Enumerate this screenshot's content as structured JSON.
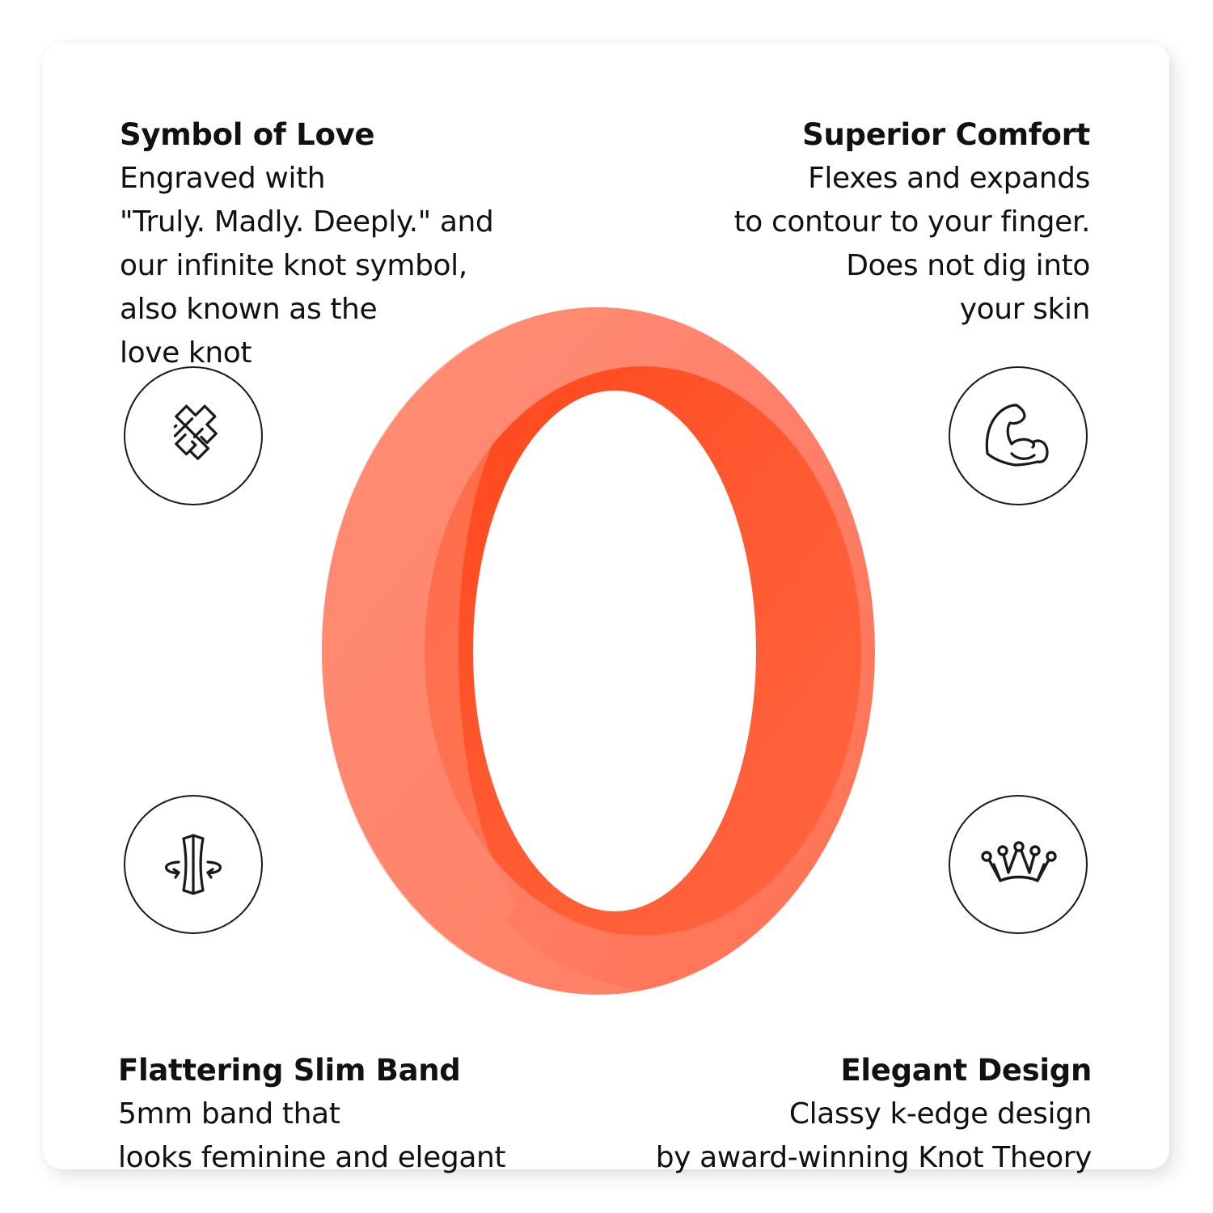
{
  "features": {
    "top_left": {
      "title": "Symbol of Love",
      "lines": [
        "Engraved with",
        "\"Truly. Madly. Deeply.\" and",
        "our infinite knot symbol,",
        "also known as the",
        "love knot"
      ],
      "icon": "love-knot-icon"
    },
    "top_right": {
      "title": "Superior Comfort",
      "lines": [
        "Flexes and expands",
        "to contour to your finger.",
        "Does not dig into",
        "your skin"
      ],
      "icon": "flexed-bicep-icon"
    },
    "bottom_left": {
      "title": "Flattering Slim Band",
      "lines": [
        "5mm band that",
        "looks feminine and elegant"
      ],
      "icon": "rotating-band-icon"
    },
    "bottom_right": {
      "title": "Elegant Design",
      "lines": [
        "Classy k-edge design",
        "by award-winning Knot Theory"
      ],
      "icon": "crown-icon"
    }
  },
  "product": {
    "image": "coral-silicone-ring",
    "colors": {
      "outer_light": "#FF8C73",
      "outer_mid": "#FF7A5E",
      "inner_dark": "#FF4A1E",
      "inner_mid": "#FF6240"
    }
  },
  "colors": {
    "text": "#111111",
    "icon_stroke": "#1a1a1a",
    "card_bg": "#ffffff"
  }
}
